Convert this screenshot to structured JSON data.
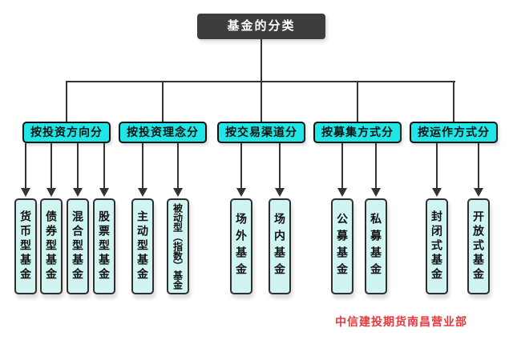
{
  "title": {
    "label": "基金的分类"
  },
  "watermark": {
    "label": "中信建投期货南昌营业部",
    "color": "#e6393d"
  },
  "colors": {
    "root_fill": "#3d3d3d",
    "category_fill": "#1fe7e7",
    "leaf_fill": "#cff4f2",
    "line": "#333333",
    "watermark_red": "#e6393d"
  },
  "groups": [
    {
      "label": "按投资方向分",
      "children": [
        "货币型基金",
        "债券型基金",
        "混合型基金",
        "股票型基金"
      ]
    },
    {
      "label": "按投资理念分",
      "children": [
        "主动型基金",
        "被动型（指数）基金"
      ]
    },
    {
      "label": "按交易渠道分",
      "children": [
        "场外基金",
        "场内基金"
      ]
    },
    {
      "label": "按募集方式分",
      "children": [
        "公募基金",
        "私募基金"
      ]
    },
    {
      "label": "按运作方式分",
      "children": [
        "封闭式基金",
        "开放式基金"
      ]
    }
  ]
}
